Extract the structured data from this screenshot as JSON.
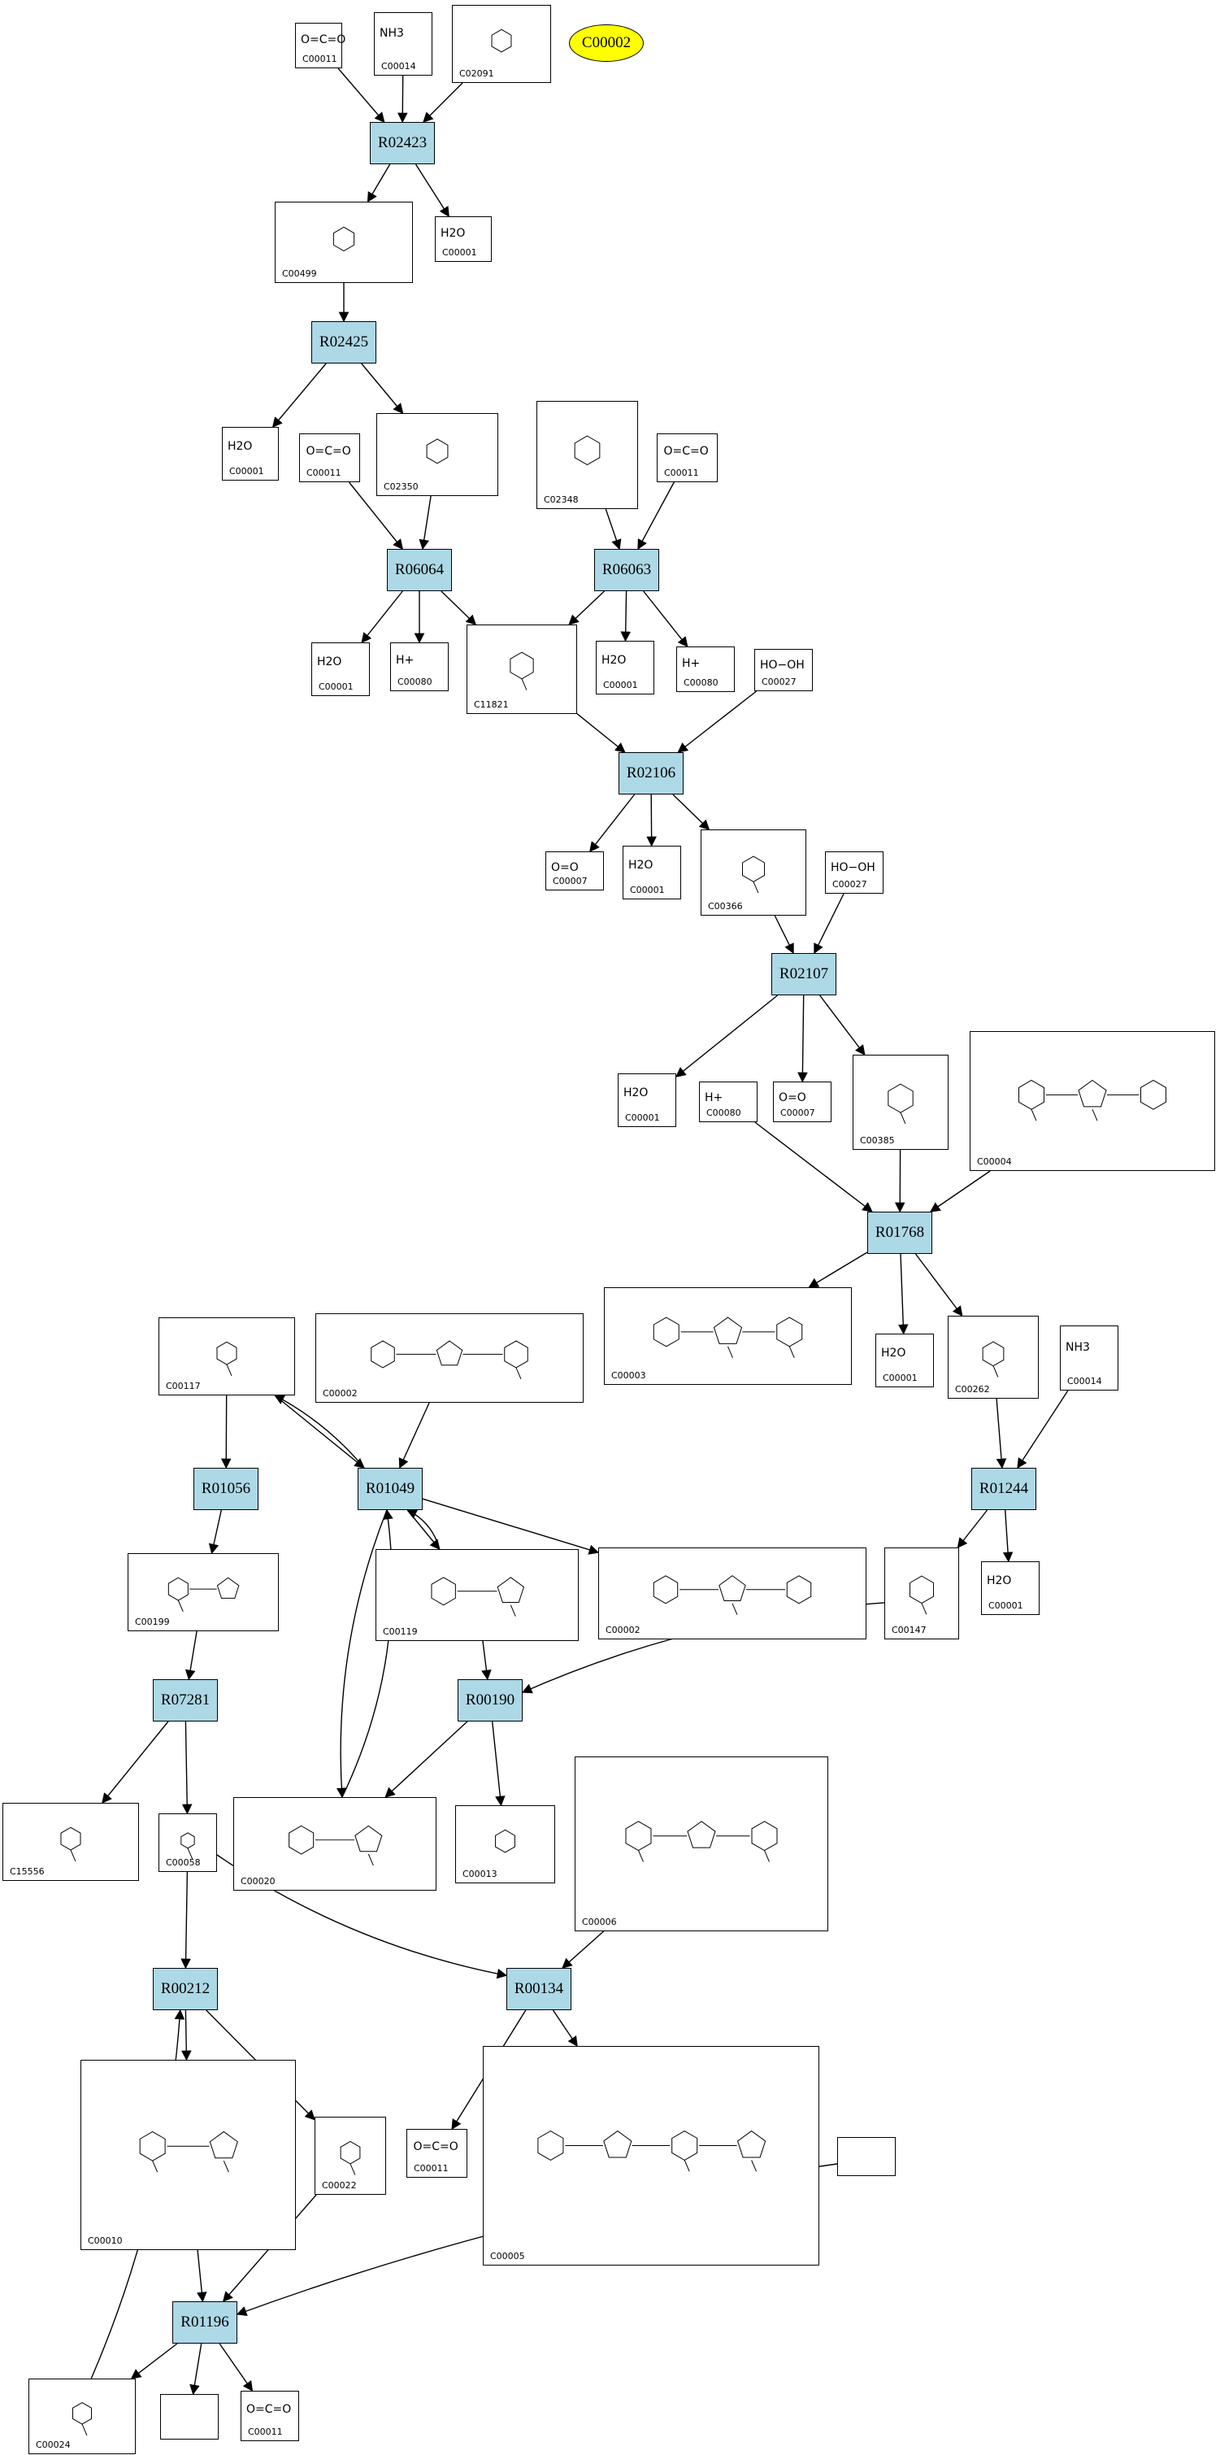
{
  "highlight": {
    "label": "C00002",
    "color": "#ffff00"
  },
  "colors": {
    "reaction": "#add8e6",
    "edge": "#000000"
  },
  "reactions": [
    "R02423",
    "R02425",
    "R06064",
    "R06063",
    "R02106",
    "R02107",
    "R01768",
    "R01056",
    "R01049",
    "R01244",
    "R07281",
    "R00190",
    "R00212",
    "R00134",
    "R01196"
  ],
  "compounds": {
    "c1": {
      "id": "C00011",
      "formula": "O=C=O"
    },
    "c2": {
      "id": "C00014",
      "formula": "NH3"
    },
    "c3": {
      "id": "C02091",
      "formula": ""
    },
    "c4": {
      "id": "C00499",
      "formula": ""
    },
    "c5": {
      "id": "C00001",
      "formula": "H2O"
    },
    "c6": {
      "id": "C00001",
      "formula": "H2O"
    },
    "c7": {
      "id": "C00011",
      "formula": "O=C=O"
    },
    "c8": {
      "id": "C02350",
      "formula": ""
    },
    "c9": {
      "id": "C02348",
      "formula": ""
    },
    "c10": {
      "id": "C00011",
      "formula": "O=C=O"
    },
    "c11": {
      "id": "C00001",
      "formula": "H2O"
    },
    "c12": {
      "id": "C00080",
      "formula": "H+"
    },
    "c13": {
      "id": "C11821",
      "formula": ""
    },
    "c14": {
      "id": "C00001",
      "formula": "H2O"
    },
    "c15": {
      "id": "C00080",
      "formula": "H+"
    },
    "c16": {
      "id": "C00027",
      "formula": "HO−OH"
    },
    "c17": {
      "id": "C00007",
      "formula": "O=O"
    },
    "c18": {
      "id": "C00001",
      "formula": "H2O"
    },
    "c19": {
      "id": "C00366",
      "formula": ""
    },
    "c20": {
      "id": "C00027",
      "formula": "HO−OH"
    },
    "c21": {
      "id": "C00001",
      "formula": "H2O"
    },
    "c22": {
      "id": "C00080",
      "formula": "H+"
    },
    "c23": {
      "id": "C00007",
      "formula": "O=O"
    },
    "c24": {
      "id": "C00385",
      "formula": ""
    },
    "c25": {
      "id": "C00004",
      "formula": ""
    },
    "c26": {
      "id": "C00117",
      "formula": ""
    },
    "c27": {
      "id": "C00002",
      "formula": ""
    },
    "c28": {
      "id": "C00003",
      "formula": ""
    },
    "c29": {
      "id": "C00001",
      "formula": "H2O"
    },
    "c30": {
      "id": "C00262",
      "formula": ""
    },
    "c31": {
      "id": "C00014",
      "formula": "NH3"
    },
    "c32": {
      "id": "C00199",
      "formula": ""
    },
    "c33": {
      "id": "C00119",
      "formula": ""
    },
    "c34": {
      "id": "C00002",
      "formula": ""
    },
    "c35": {
      "id": "C00147",
      "formula": ""
    },
    "c36": {
      "id": "C00001",
      "formula": "H2O"
    },
    "c37": {
      "id": "C15556",
      "formula": ""
    },
    "c38": {
      "id": "C00058",
      "formula": ""
    },
    "c39": {
      "id": "C00020",
      "formula": ""
    },
    "c40": {
      "id": "C00013",
      "formula": ""
    },
    "c41": {
      "id": "C00006",
      "formula": ""
    },
    "c42": {
      "id": "C00010",
      "formula": ""
    },
    "c43": {
      "id": "C00022",
      "formula": ""
    },
    "c44": {
      "id": "C00011",
      "formula": "O=C=O"
    },
    "c45": {
      "id": "C00005",
      "formula": ""
    },
    "c46": {
      "id": "",
      "formula": ""
    },
    "c47": {
      "id": "C00024",
      "formula": ""
    },
    "c48": {
      "id": "",
      "formula": ""
    },
    "c49": {
      "id": "C00011",
      "formula": "O=C=O"
    }
  }
}
